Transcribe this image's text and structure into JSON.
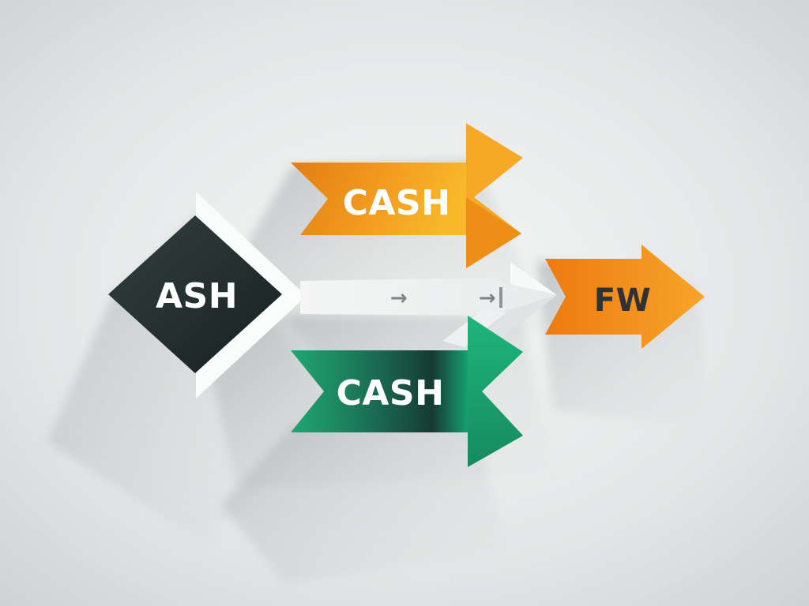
{
  "diagram": {
    "nodes": {
      "source": {
        "label": "ASH",
        "color": "#253235"
      },
      "top_branch": {
        "label": "CASH",
        "color": "#F09A1E"
      },
      "bottom_branch": {
        "label": "CASH",
        "color": "#1E9E72"
      },
      "target": {
        "label": "FW",
        "color": "#F28A1C"
      }
    },
    "connector": {
      "arrow_glyphs": [
        "→",
        "→"
      ],
      "color": "#EFF1F2"
    },
    "colors": {
      "background": "#D9DCDD",
      "background_center": "#F4F5F5",
      "label_light": "#FFFFFF",
      "label_dark": "#2E3234"
    },
    "icons": [
      "arrow-right-icon",
      "arrow-right-icon"
    ]
  }
}
